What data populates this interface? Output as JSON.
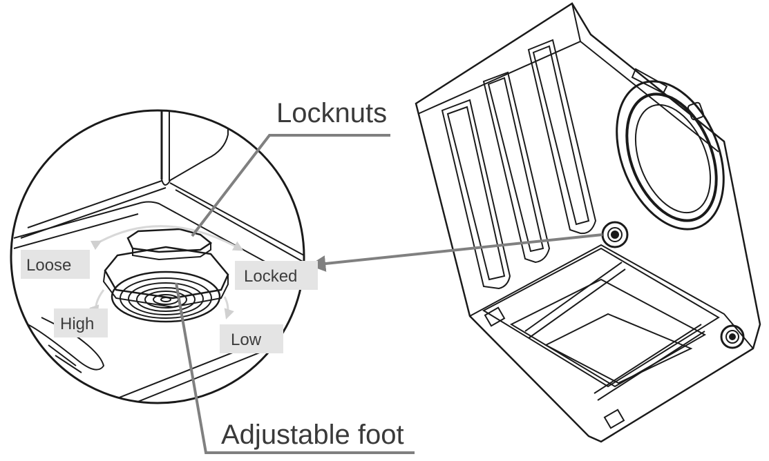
{
  "labels": {
    "locknuts": "Locknuts",
    "adjustable_foot": "Adjustable foot"
  },
  "tags": {
    "loose": "Loose",
    "locked": "Locked",
    "high": "High",
    "low": "Low"
  },
  "colors": {
    "line": "#1a1a1a",
    "leader": "#808080",
    "tag_bg": "#e4e4e4",
    "arrow": "#d8d8d8",
    "text": "#3a3a3a"
  }
}
